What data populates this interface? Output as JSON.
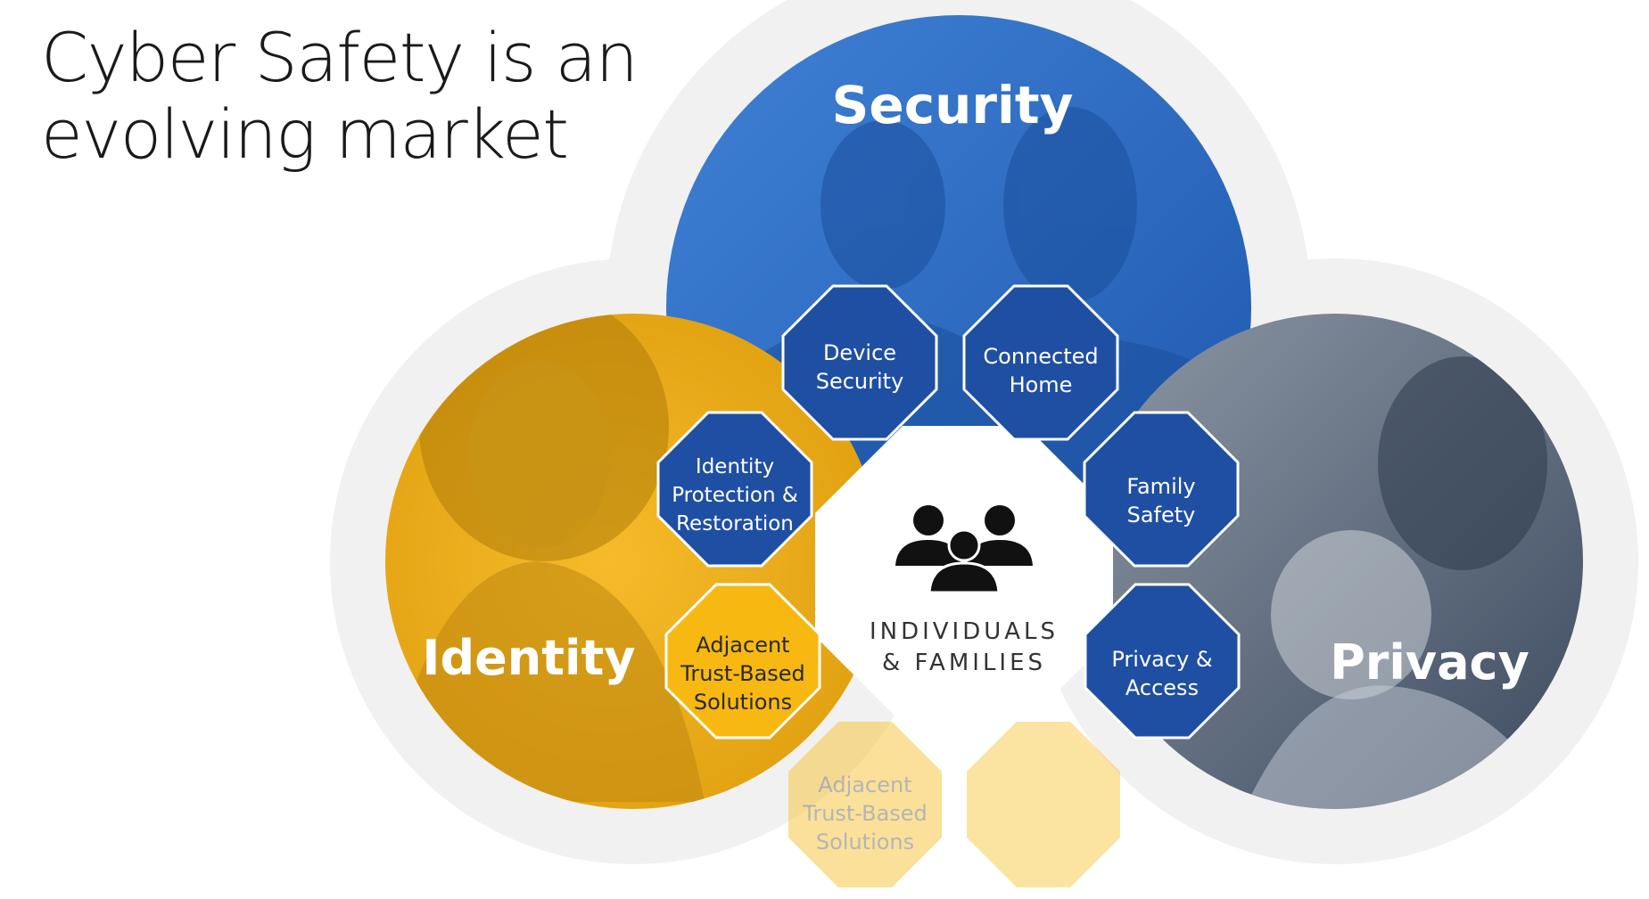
{
  "title": {
    "line1": "Cyber Safety is an",
    "line2": "evolving market"
  },
  "circles": {
    "security": {
      "label": "Security",
      "color": "#2f6fc4"
    },
    "identity": {
      "label": "Identity",
      "color": "#f5b10c"
    },
    "privacy": {
      "label": "Privacy",
      "color": "#5b6b80"
    }
  },
  "center": {
    "line1": "INDIVIDUALS",
    "line2": "& FAMILIES",
    "icon": "people-group-icon"
  },
  "octagons": {
    "device_security": {
      "line1": "Device",
      "line2": "Security"
    },
    "connected_home": {
      "line1": "Connected",
      "line2": "Home"
    },
    "identity_protection": {
      "line1": "Identity",
      "line2": "Protection &",
      "line3": "Restoration"
    },
    "family_safety": {
      "line1": "Family",
      "line2": "Safety"
    },
    "adjacent_left": {
      "line1": "Adjacent",
      "line2": "Trust-Based",
      "line3": "Solutions"
    },
    "privacy_access": {
      "line1": "Privacy &",
      "line2": "Access"
    },
    "adjacent_bottom": {
      "line1": "Adjacent",
      "line2": "Trust-Based",
      "line3": "Solutions"
    }
  },
  "colors": {
    "blue_octagon": "#1f4fa3",
    "gold_octagon": "#f7b812",
    "faded_gold": "#fbe39a",
    "halo": "#f1f1f1"
  }
}
